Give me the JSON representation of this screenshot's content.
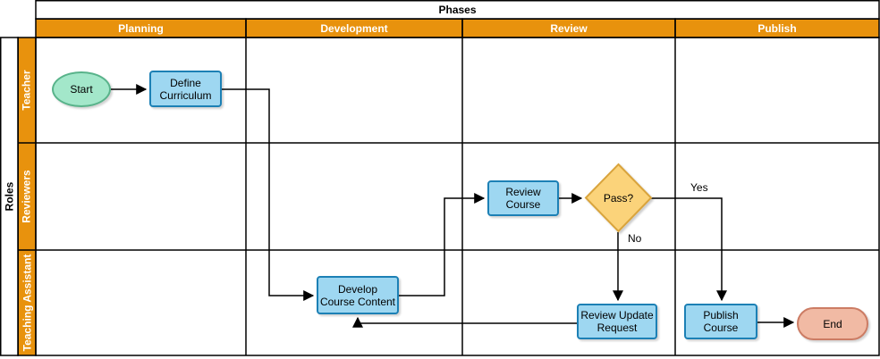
{
  "diagram": {
    "title": "Phases",
    "roles_label": "Roles",
    "phases": [
      "Planning",
      "Development",
      "Review",
      "Publish"
    ],
    "roles": [
      "Teacher",
      "Reviewers",
      "Teaching Assistant"
    ],
    "nodes": {
      "start": "Start",
      "define_curriculum": "Define\nCurriculum",
      "develop_course_content": "Develop\nCourse Content",
      "review_course": "Review\nCourse",
      "pass": "Pass?",
      "review_update_request": "Review Update\nRequest",
      "publish_course": "Publish\nCourse",
      "end": "End"
    },
    "edge_labels": {
      "yes": "Yes",
      "no": "No"
    },
    "colors": {
      "lane_header_fill": "#E8920D",
      "lane_header_text": "#FFFFFF",
      "process_fill": "#9ED7F1",
      "process_stroke": "#1C80B5",
      "start_fill": "#A3E7CA",
      "start_stroke": "#58B38A",
      "decision_fill": "#FBD37A",
      "decision_stroke": "#D9A43C",
      "end_fill": "#F1BAA4",
      "end_stroke": "#CC7C64",
      "connector": "#000000"
    }
  }
}
